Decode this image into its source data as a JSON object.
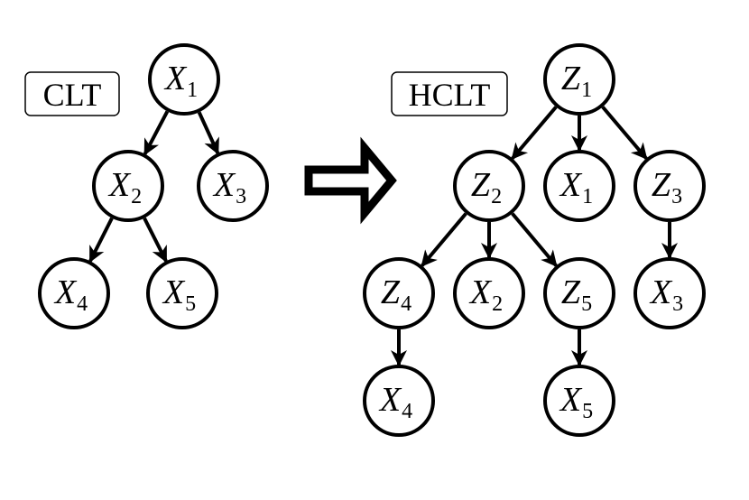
{
  "clt": {
    "title": "CLT",
    "nodes": [
      {
        "id": "x1",
        "var": "X",
        "sub": "1"
      },
      {
        "id": "x2",
        "var": "X",
        "sub": "2"
      },
      {
        "id": "x3",
        "var": "X",
        "sub": "3"
      },
      {
        "id": "x4",
        "var": "X",
        "sub": "4"
      },
      {
        "id": "x5",
        "var": "X",
        "sub": "5"
      }
    ],
    "edges": [
      [
        "x1",
        "x2"
      ],
      [
        "x1",
        "x3"
      ],
      [
        "x2",
        "x4"
      ],
      [
        "x2",
        "x5"
      ]
    ]
  },
  "hclt": {
    "title": "HCLT",
    "nodes": [
      {
        "id": "z1",
        "var": "Z",
        "sub": "1"
      },
      {
        "id": "z2",
        "var": "Z",
        "sub": "2"
      },
      {
        "id": "hx1",
        "var": "X",
        "sub": "1"
      },
      {
        "id": "z3",
        "var": "Z",
        "sub": "3"
      },
      {
        "id": "z4",
        "var": "Z",
        "sub": "4"
      },
      {
        "id": "hx2",
        "var": "X",
        "sub": "2"
      },
      {
        "id": "z5",
        "var": "Z",
        "sub": "5"
      },
      {
        "id": "hx3",
        "var": "X",
        "sub": "3"
      },
      {
        "id": "hx4",
        "var": "X",
        "sub": "4"
      },
      {
        "id": "hx5",
        "var": "X",
        "sub": "5"
      }
    ],
    "edges": [
      [
        "z1",
        "z2"
      ],
      [
        "z1",
        "hx1"
      ],
      [
        "z1",
        "z3"
      ],
      [
        "z2",
        "z4"
      ],
      [
        "z2",
        "hx2"
      ],
      [
        "z2",
        "z5"
      ],
      [
        "z3",
        "hx3"
      ],
      [
        "z4",
        "hx4"
      ],
      [
        "z5",
        "hx5"
      ]
    ]
  },
  "style": {
    "stroke_color": "#000000",
    "background": "#ffffff"
  }
}
